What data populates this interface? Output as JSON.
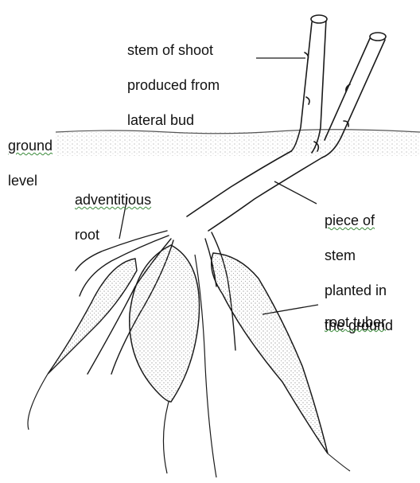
{
  "labels": {
    "stem_of_shoot": {
      "line1": "stem of shoot",
      "line2": "produced from",
      "line3": "lateral bud"
    },
    "ground_level": {
      "line1": "ground",
      "line2": "level"
    },
    "adventitious_root": {
      "line1": "adventitious",
      "line2": "root"
    },
    "piece_of_stem": {
      "line1": "piece of",
      "line2": "stem",
      "line3": "planted in",
      "line4": "the ground"
    },
    "root_tuber": {
      "line1": "root tuber"
    }
  },
  "colors": {
    "ink": "#1a1a1a",
    "ground_stipple": "#9a9a9a",
    "spellcheck_underline": "#3a8a3a"
  }
}
